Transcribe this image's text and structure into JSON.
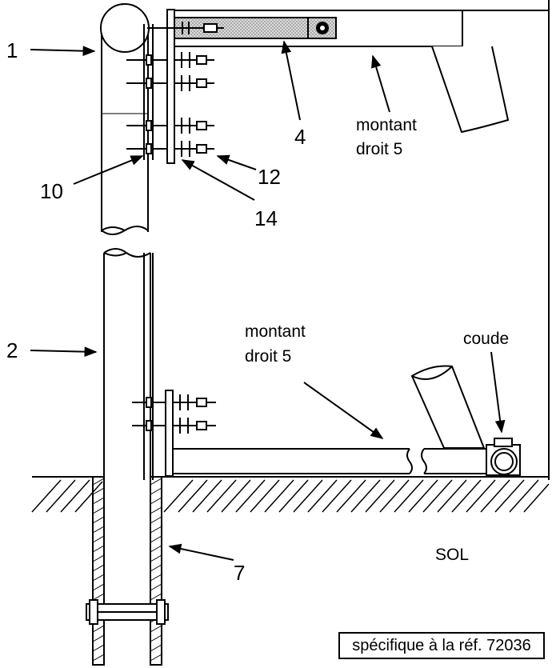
{
  "labels": {
    "n1": "1",
    "n2": "2",
    "n4": "4",
    "n7": "7",
    "n10": "10",
    "n12": "12",
    "n14": "14",
    "montant_top_line1": "montant",
    "montant_top_line2": "droit 5",
    "montant_bottom_line1": "montant",
    "montant_bottom_line2": "droit 5",
    "coude": "coude",
    "sol": "SOL"
  },
  "footer": {
    "spec": "spécifique à la réf. 72036"
  },
  "colors": {
    "stroke": "#000000",
    "background": "#ffffff",
    "shading": "#bdbdbd"
  }
}
